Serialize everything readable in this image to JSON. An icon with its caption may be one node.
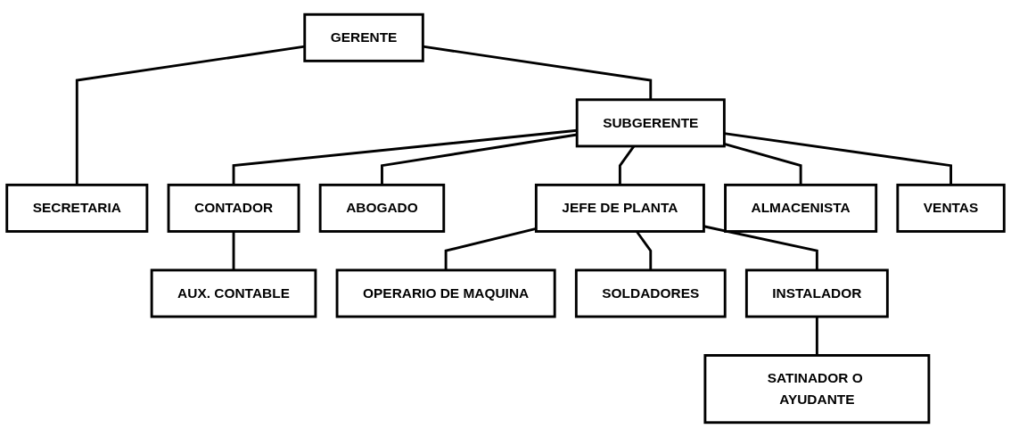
{
  "diagram": {
    "nodes": [
      {
        "text": [
          "GERENTE"
        ]
      },
      {
        "text": [
          "SUBGERENTE"
        ]
      },
      {
        "text": [
          "SECRETARIA"
        ]
      },
      {
        "text": [
          "CONTADOR"
        ]
      },
      {
        "text": [
          "ABOGADO"
        ]
      },
      {
        "text": [
          "JEFE DE PLANTA"
        ]
      },
      {
        "text": [
          "ALMACENISTA"
        ]
      },
      {
        "text": [
          "VENTAS"
        ]
      },
      {
        "text": [
          "AUX. CONTABLE"
        ]
      },
      {
        "text": [
          "OPERARIO DE MAQUINA"
        ]
      },
      {
        "text": [
          "SOLDADORES"
        ]
      },
      {
        "text": [
          "INSTALADOR"
        ]
      },
      {
        "text": [
          "SATINADOR O AYUDANTE"
        ]
      }
    ],
    "edges": [
      {
        "from": 0,
        "to": 1,
        "arrow": "none"
      },
      {
        "from": 0,
        "to": 2,
        "arrow": "none"
      },
      {
        "from": 1,
        "to": 3,
        "arrow": "none"
      },
      {
        "from": 1,
        "to": 4,
        "arrow": "none"
      },
      {
        "from": 1,
        "to": 5,
        "arrow": "none"
      },
      {
        "from": 1,
        "to": 6,
        "arrow": "none"
      },
      {
        "from": 1,
        "to": 7,
        "arrow": "none"
      },
      {
        "from": 3,
        "to": 8,
        "arrow": "none"
      },
      {
        "from": 5,
        "to": 9,
        "arrow": "none"
      },
      {
        "from": 5,
        "to": 10,
        "arrow": "none"
      },
      {
        "from": 5,
        "to": 11,
        "arrow": "none"
      },
      {
        "from": 11,
        "to": 12,
        "arrow": "none"
      }
    ]
  }
}
